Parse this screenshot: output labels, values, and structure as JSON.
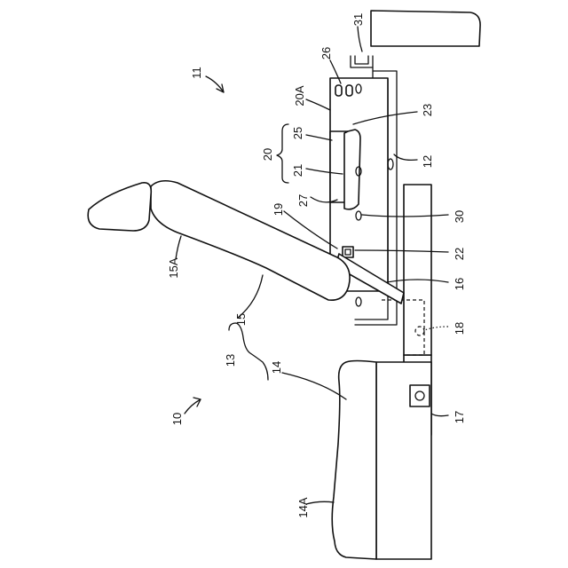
{
  "labels": {
    "l10": "10",
    "l11": "11",
    "l12": "12",
    "l13": "13",
    "l14": "14",
    "l14a": "14A",
    "l15": "15",
    "l15a": "15A",
    "l16": "16",
    "l17": "17",
    "l18": "18",
    "l19": "19",
    "l20": "20",
    "l20a": "20A",
    "l21": "21",
    "l22": "22",
    "l23": "23",
    "l25": "25",
    "l26": "26",
    "l27": "27",
    "l30": "30",
    "l31": "31"
  }
}
